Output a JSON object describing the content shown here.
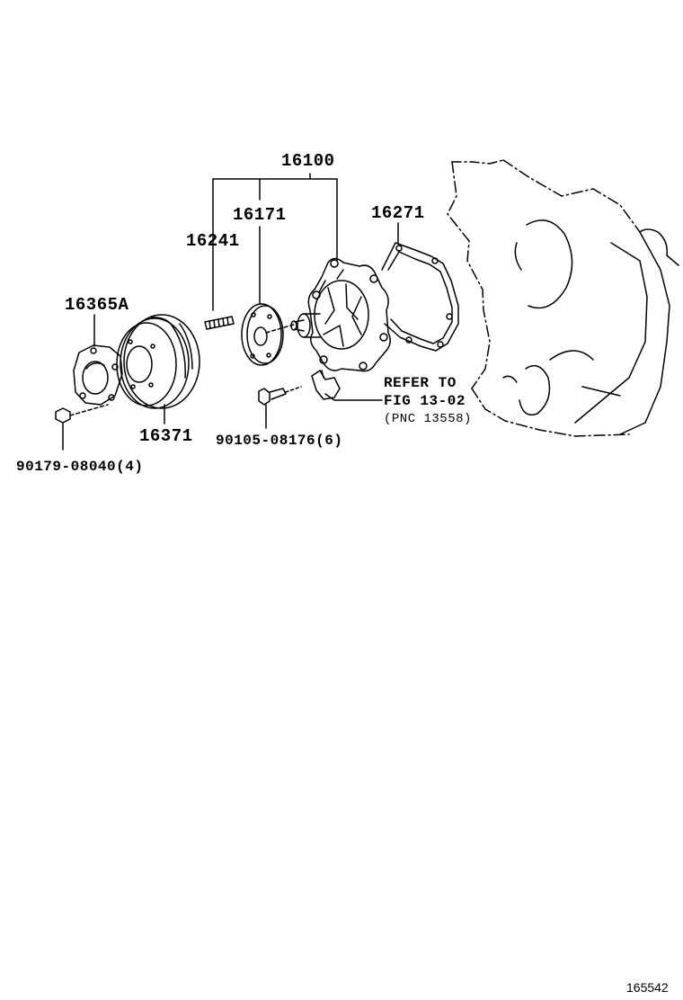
{
  "parts": {
    "water_pump_assy": "16100",
    "gasket": "16271",
    "fan_bracket": "16171",
    "stud": "16241",
    "fluid_coupling": "16365A",
    "pulley": "16371",
    "bolt": "90105-08176(6)",
    "nut": "90179-08040(4)"
  },
  "reference": {
    "line1": "REFER TO",
    "line2": "FIG 13-02",
    "line3": "(PNC 13558)"
  },
  "figure_number": "165542"
}
